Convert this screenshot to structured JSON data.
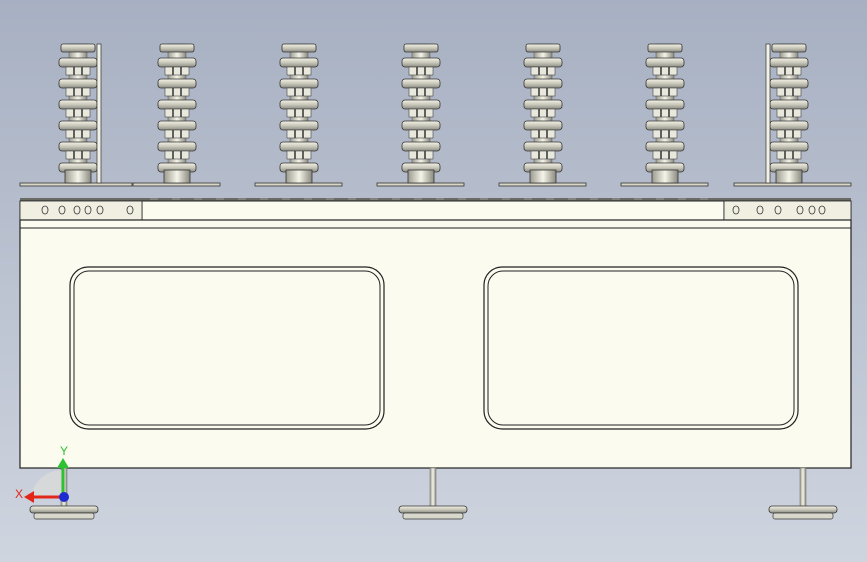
{
  "viewport": {
    "background_top": "#a7b0c2",
    "background_bottom": "#cfd5df",
    "part_fill": "#fbfbef",
    "edge_color": "#222222"
  },
  "triad": {
    "x_label": "X",
    "y_label": "Y",
    "x_color": "#e3261a",
    "y_color": "#2ec232",
    "z_color": "#1d2bd1"
  },
  "model": {
    "stack_count": 7,
    "tiers_per_stack": 6,
    "window_count": 2,
    "leg_count": 3
  }
}
